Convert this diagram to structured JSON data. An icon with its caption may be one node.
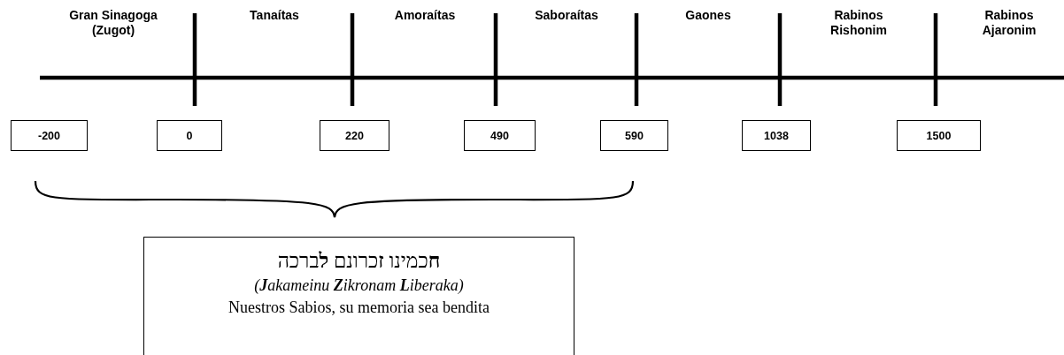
{
  "diagram": {
    "nodes": [
      {
        "text": [
          "-200"
        ]
      },
      {
        "text": [
          "0"
        ]
      },
      {
        "text": [
          "220"
        ]
      },
      {
        "text": [
          "490"
        ]
      },
      {
        "text": [
          "590"
        ]
      },
      {
        "text": [
          "1038"
        ]
      },
      {
        "text": [
          "1500"
        ]
      },
      {
        "text": [
          "**ח**כמינו **ז**כרונם **ל**ברכה",
          "(**J**akameinu **Z**ikronam **L**iberaka)",
          "Nuestros Sabios, su memoria sea bendita"
        ]
      }
    ],
    "labels": [
      "Gran Sinagoga (Zugot)",
      "Tanaítas",
      "Amoraítas",
      "Saboraítas",
      "Gaones",
      "Rabinos Rishonim",
      "Rabinos Ajaronim"
    ]
  }
}
